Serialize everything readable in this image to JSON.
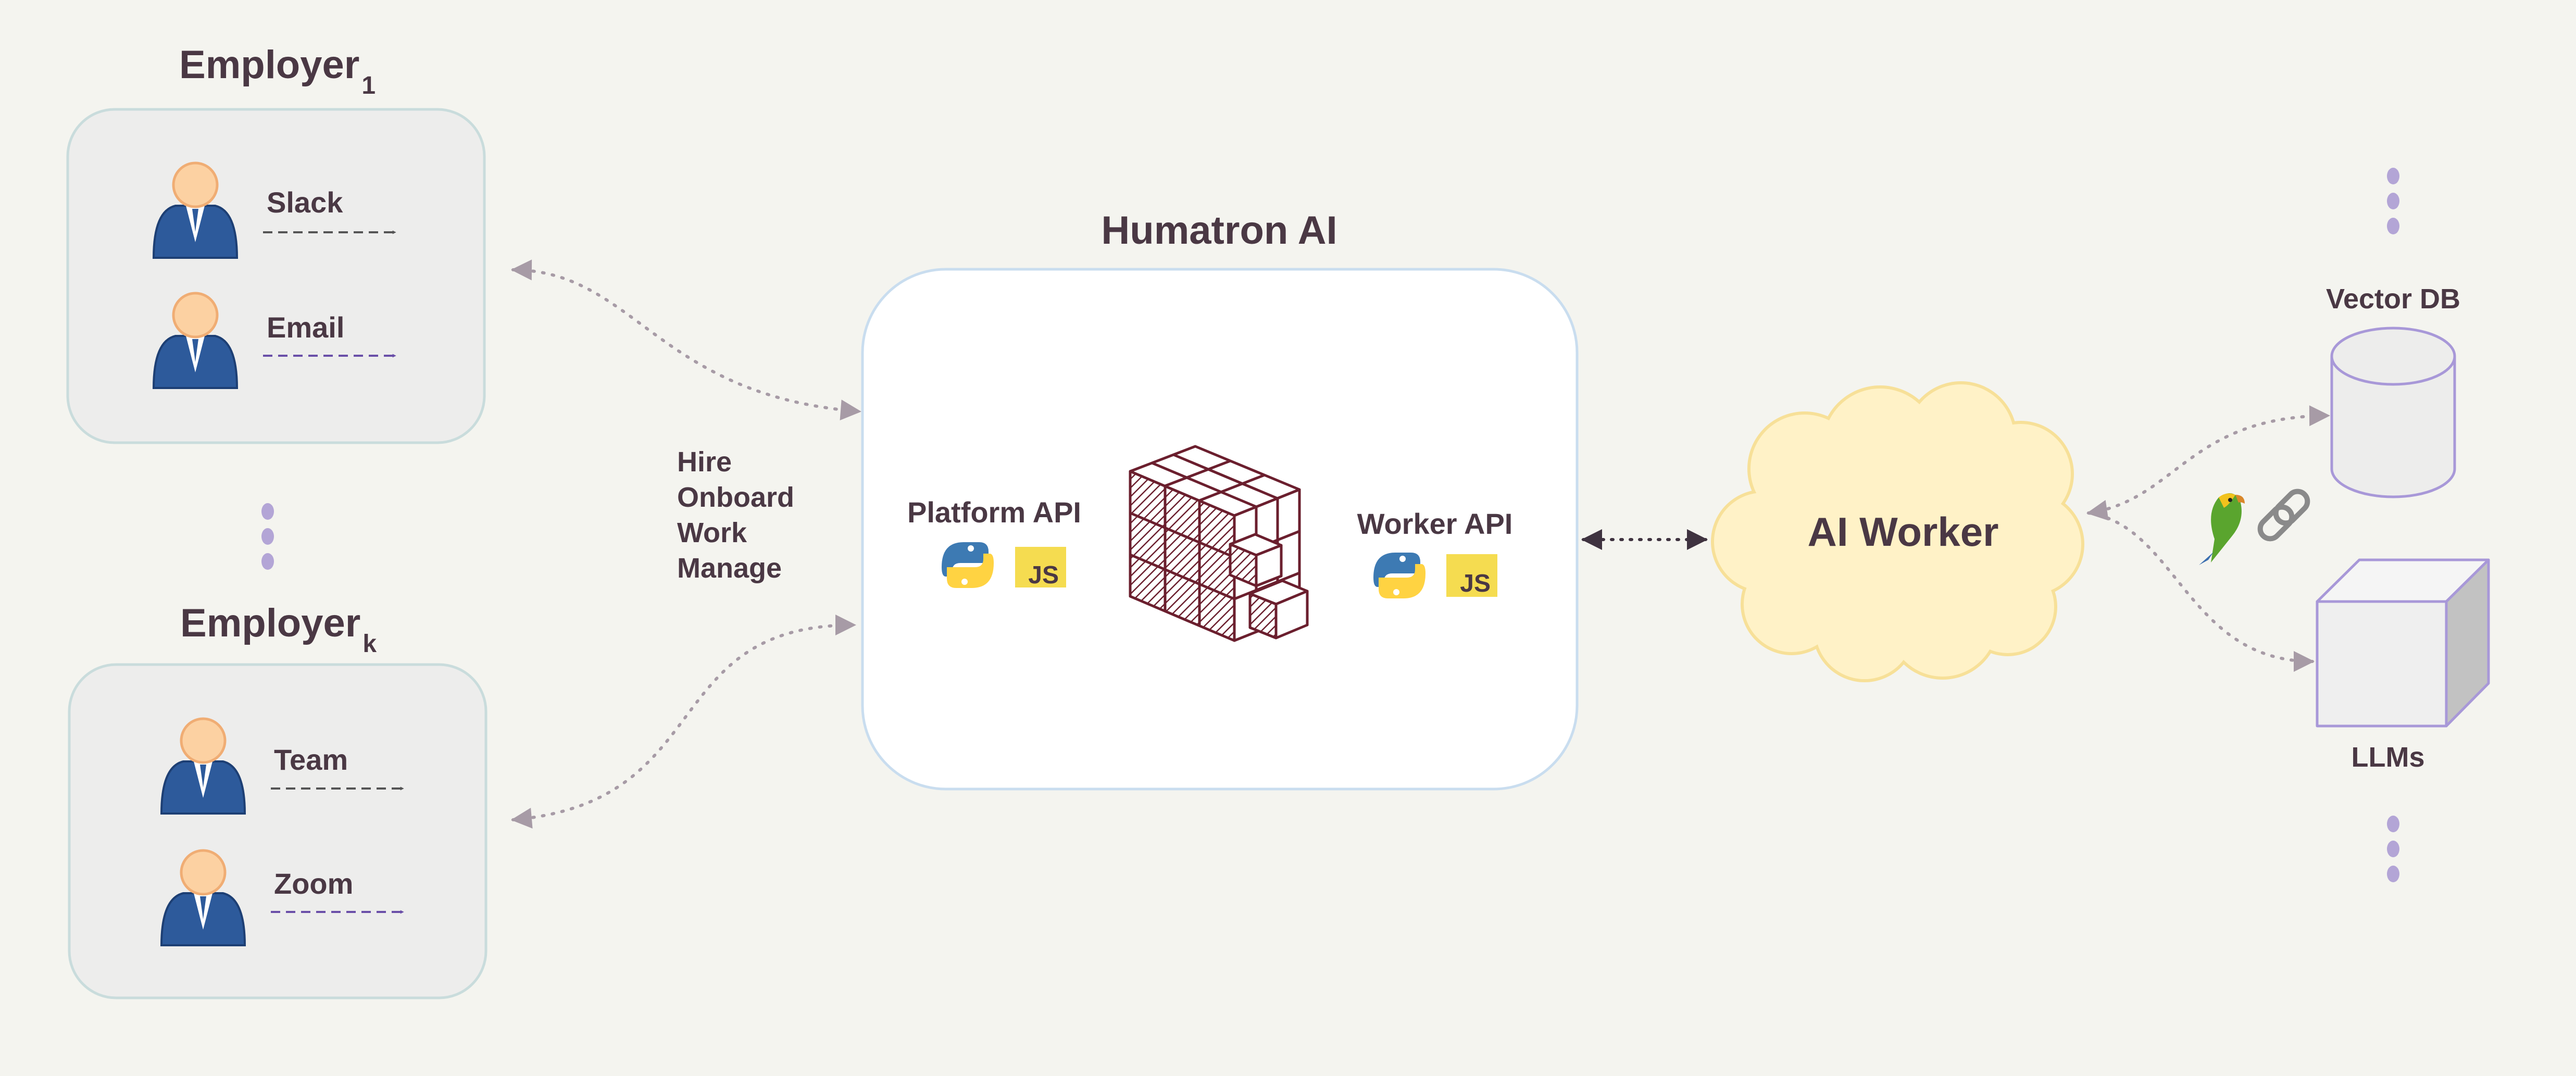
{
  "employers": [
    {
      "name": "Employer",
      "subscript": "1",
      "channels": [
        {
          "label": "Slack",
          "color": "#555555"
        },
        {
          "label": "Email",
          "color": "#6a4fa8"
        }
      ]
    },
    {
      "name": "Employer",
      "subscript": "k",
      "channels": [
        {
          "label": "Team",
          "color": "#555555"
        },
        {
          "label": "Zoom",
          "color": "#6a4fa8"
        }
      ]
    }
  ],
  "actions": [
    "Hire",
    "Onboard",
    "Work",
    "Manage"
  ],
  "platform": {
    "title": "Humatron AI",
    "platform_api": "Platform API",
    "worker_api": "Worker API",
    "js_badge": "JS",
    "icons": [
      "python-icon",
      "javascript-icon",
      "cube-logo-icon"
    ]
  },
  "ai_worker": {
    "label": "AI Worker"
  },
  "resources": {
    "vector_db": "Vector DB",
    "llms": "LLMs",
    "integration_icons": [
      "parrot-icon",
      "chain-link-icon"
    ]
  },
  "colors": {
    "background": "#f4f4ef",
    "employer_box": "#ededec",
    "employer_border": "#c9dcdc",
    "person": "#2d5a9b",
    "face": "#fcd1a2",
    "platform_border": "#c9ddef",
    "cloud_fill": "#fff2c7",
    "cloud_stroke": "#f7e098",
    "resource_stroke": "#a898d8",
    "connector": "#a79ba6",
    "dots": "#b3a5d6",
    "text": "#4a3844"
  }
}
